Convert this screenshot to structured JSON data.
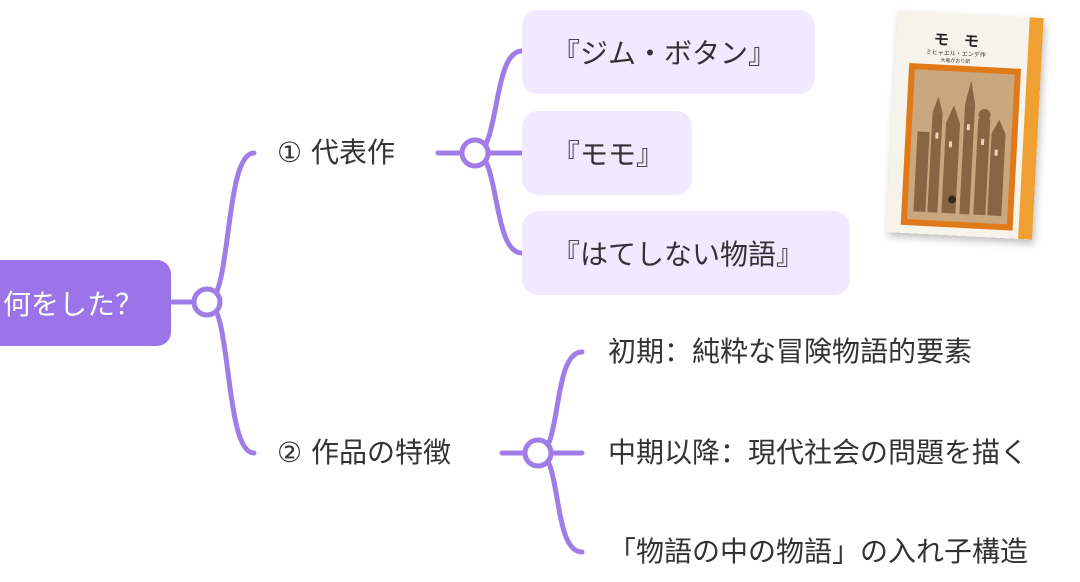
{
  "root": {
    "label": "何をした？"
  },
  "branches": [
    {
      "label": "① 代表作",
      "children": [
        "『ジム・ボタン』",
        "『モモ』",
        "『はてしない物語』"
      ]
    },
    {
      "label": "② 作品の特徴",
      "children": [
        "初期：純粋な冒険物語的要素",
        "中期以降：現代社会の問題を描く",
        "「物語の中の物語」の入れ子構造"
      ]
    }
  ],
  "book_cover": {
    "title": "モ　モ",
    "author": "ミヒャエル・エンデ作",
    "translator": "大島かおり訳"
  },
  "colors": {
    "accent": "#9a74e8",
    "connector": "#a07de6",
    "pill_bg": "#f1e9ff",
    "text": "#333333",
    "book_orange": "#f0a030",
    "book_frame": "#e07a18"
  }
}
